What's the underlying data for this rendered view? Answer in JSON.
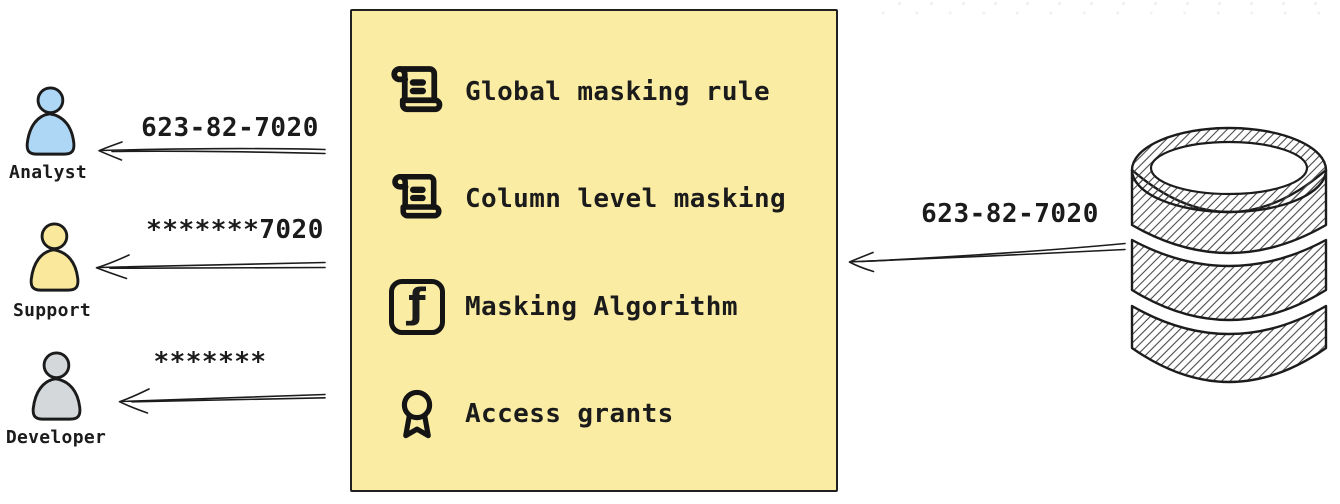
{
  "canvas": {
    "background": "#ffffff",
    "ink": "#1b1b1b",
    "dotted_guide_color": "#eef2ec"
  },
  "personas": [
    {
      "icon": "person-icon",
      "name": "Analyst",
      "fill": "#aed7f5",
      "received_value": "623-82-7020"
    },
    {
      "icon": "person-icon",
      "name": "Support",
      "fill": "#fae89d",
      "received_value": "*******7020"
    },
    {
      "icon": "person-icon",
      "name": "Developer",
      "fill": "#d4d8db",
      "received_value": "*******"
    }
  ],
  "masking_box": {
    "fill": "#fbeca3",
    "border": "#202020",
    "items": [
      {
        "icon": "scroll-text-icon",
        "label": "Global masking rule"
      },
      {
        "icon": "scroll-text-icon",
        "label": "Column level masking"
      },
      {
        "icon": "function-icon",
        "label": "Masking Algorithm",
        "glyph": "ƒ"
      },
      {
        "icon": "award-icon",
        "label": "Access grants"
      }
    ]
  },
  "database": {
    "icon": "database-icon",
    "outgoing_value": "623-82-7020"
  }
}
